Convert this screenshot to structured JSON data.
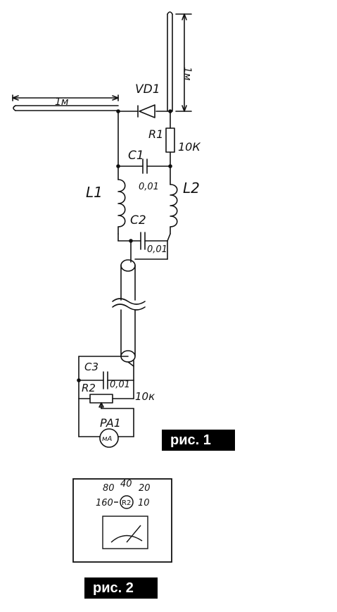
{
  "figure1": {
    "label": "рис. 1",
    "antenna_horizontal_length": "1м",
    "antenna_vertical_length": "1м",
    "components": {
      "vd1": {
        "ref": "VD1"
      },
      "r1": {
        "ref": "R1",
        "value": "10К"
      },
      "c1": {
        "ref": "C1",
        "value": "0,01"
      },
      "l1": {
        "ref": "L1"
      },
      "l2": {
        "ref": "L2"
      },
      "c2": {
        "ref": "C2",
        "value": "0,01"
      },
      "c3": {
        "ref": "C3",
        "value": "0,01"
      },
      "r2": {
        "ref": "R2",
        "value": "10к"
      },
      "pa1": {
        "ref": "PA1",
        "symbol": "мА"
      }
    }
  },
  "figure2": {
    "label": "рис. 2",
    "dial_marks": {
      "top_left": "80",
      "top_center": "40",
      "top_right": "20",
      "left": "160",
      "right": "10"
    },
    "knob": "R2"
  }
}
